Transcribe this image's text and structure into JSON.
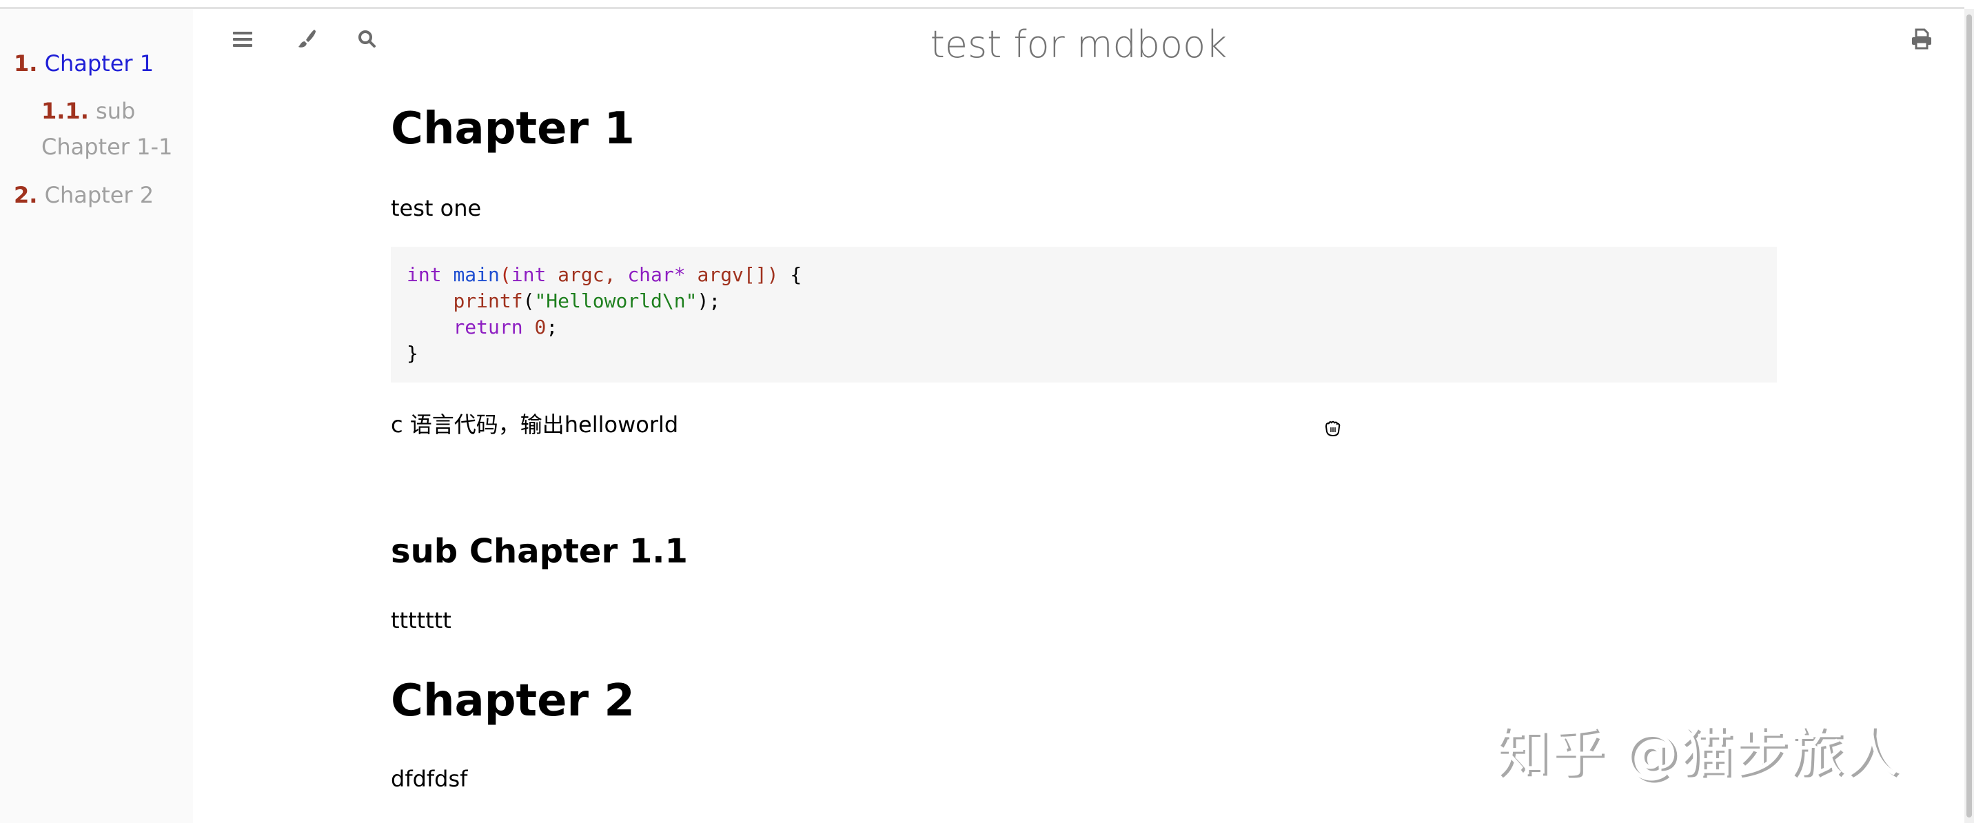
{
  "header": {
    "title": "test for mdbook",
    "icons": {
      "menu": "bars-icon",
      "theme": "paintbrush-icon",
      "search": "search-icon",
      "print": "print-icon"
    }
  },
  "sidebar": {
    "items": [
      {
        "num": "1.",
        "label": "Chapter 1",
        "active": true
      },
      {
        "num": "1.1.",
        "label": "sub",
        "label2": "Chapter 1-1",
        "active": false
      },
      {
        "num": "2.",
        "label": "Chapter 2",
        "active": false
      }
    ]
  },
  "content": {
    "h1_chapter1": "Chapter 1",
    "p_test_one": "test one",
    "code": {
      "line1": {
        "t1": "int",
        "t2": "main",
        "t3": "(",
        "t4": "int",
        "t5": "argc,",
        "t6": "char*",
        "t7": "argv[])",
        "t8": "{"
      },
      "line2": {
        "t1": "printf",
        "t2": "(",
        "t3": "\"Helloworld\\n\"",
        "t4": ");"
      },
      "line3": {
        "t1": "return",
        "t2": "0",
        "t3": ";"
      },
      "line4": {
        "t1": "}"
      }
    },
    "p_c_code": "c 语言代码，输出helloworld",
    "h2_sub": "sub Chapter 1.1",
    "p_ttt": "ttttttt",
    "h1_chapter2": "Chapter 2",
    "p_dfd": "dfdfdsf"
  },
  "watermark": "知乎 @猫步旅人",
  "colors": {
    "active_link": "#1f1fd6",
    "inactive_link": "#a0a0a0",
    "sidebar_bg": "#fafafa",
    "code_bg": "#f6f6f6",
    "icon": "#6b6b6b"
  }
}
